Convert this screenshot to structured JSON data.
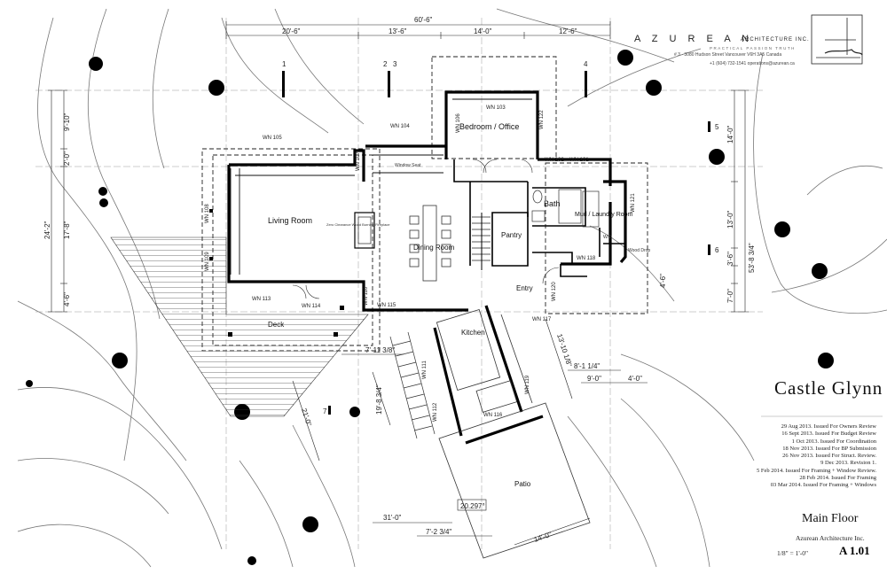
{
  "title_block": {
    "firm_name": "A Z U R E A N",
    "firm_name_suffix": "ARCHITECTURE INC.",
    "firm_tagline": "PRACTICAL PASSION TRUTH",
    "firm_address": "# 3 - 3080 Hudson Street     Vancouver  V6H 3A5  Canada",
    "firm_contact": "+1 (604) 732-1541      operations@azurean.ca",
    "project_name": "Castle  Glynn",
    "sheet_title": "Main Floor",
    "firm_name_footer": "Azurean Architecture Inc.",
    "scale": "1/8\" = 1'-0\"",
    "sheet_number": "A 1.01"
  },
  "revisions": [
    "29 Aug 2013.  Issued For Owners Review",
    "16 Sept 2013.  Issued For Budget Review",
    "1 Oct 2013.  Issued For Coordination",
    "18 Nov 2013.  Issued For BP Submission",
    "26 Nov 2013.  Issued For Struct. Review.",
    "9 Dec 2013.  Revision 1.",
    "5 Feb 2014.  Issued For Framing + Window Review.",
    "28 Feb 2014.  Issued For Framing",
    "03 Mar 2014.  Issued For Framing + Windows"
  ],
  "rooms": {
    "bedroom_office": "Bedroom / Office",
    "bath": "Bath",
    "mud_laundry": "Mud / Laundry Room",
    "living_room": "Living Room",
    "dining_room": "Dining Room",
    "pantry": "Pantry",
    "entry": "Entry",
    "kitchen": "Kitchen",
    "deck": "Deck",
    "patio": "Patio",
    "window_seat": "Window Seat",
    "fireplace": "Zero Clearance Wood Burning Fireplace",
    "wood_drop": "Wood Drop",
    "wd": "W/D"
  },
  "windows": [
    "WN 103",
    "WN 104",
    "WN 105",
    "WN 106",
    "WN 107",
    "WN 108",
    "WN 109",
    "WN 110",
    "WN 111",
    "WN 112",
    "WN 113",
    "WN 114",
    "WN 115",
    "WN 116",
    "WN 117",
    "WN 118",
    "WN 119",
    "WN 120",
    "WN 121",
    "WN 122",
    "WN 101",
    "WN 102"
  ],
  "dimensions": {
    "overall_top": "60'-6\"",
    "top_1": "20'-6\"",
    "top_2": "13'-6\"",
    "top_3": "14'-0\"",
    "top_4": "12'-6\"",
    "left_overall": "24'-2\"",
    "left_1": "9'-10\"",
    "left_2": "2'-0\"",
    "left_3": "17'-8\"",
    "left_4": "4'-6\"",
    "right_overall": "53'-8 3/4\"",
    "right_1": "14'-0\"",
    "right_2": "13'-0\"",
    "right_3": "3'-6\"",
    "right_4": "4'-6\"",
    "right_5": "7'-0\"",
    "kitchen_1": "7'-11 3/8\"",
    "kitchen_2": "8'-1 1/4\"",
    "kitchen_3": "9'-0\"",
    "kitchen_4": "4'-0\"",
    "kitchen_5": "13'-10 1/8\"",
    "kitchen_6": "19'-8 3/4\"",
    "kitchen_7": "21'-0\"",
    "bottom_1": "31'-0\"",
    "bottom_2": "7'-2 3/4\"",
    "bottom_3": "14'-0\"",
    "angle": "20.297°"
  },
  "section_marks": [
    "1",
    "2",
    "3",
    "4",
    "5",
    "6",
    "7"
  ]
}
